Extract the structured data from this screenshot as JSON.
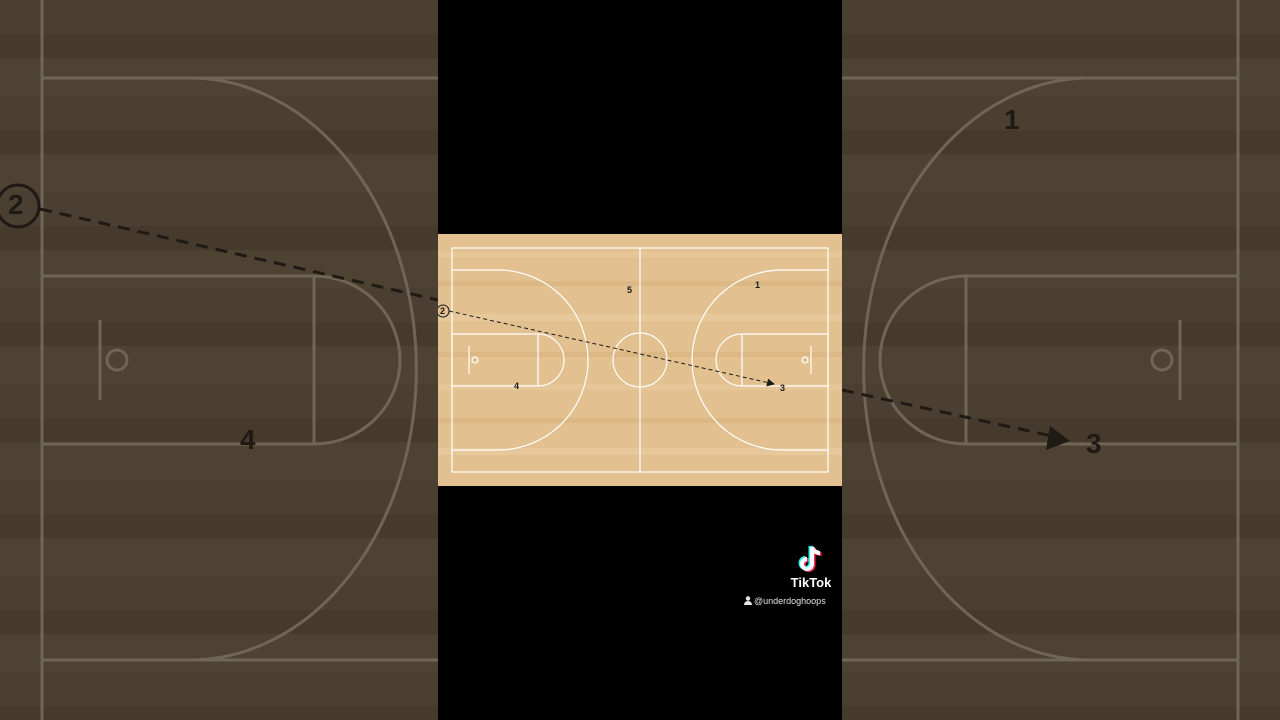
{
  "court": {
    "players": [
      {
        "id": "p1",
        "label": "1"
      },
      {
        "id": "p2",
        "label": "2"
      },
      {
        "id": "p3",
        "label": "3"
      },
      {
        "id": "p4",
        "label": "4"
      },
      {
        "id": "p5",
        "label": "5"
      }
    ],
    "pass": {
      "from": "2",
      "to": "3",
      "style": "dashed"
    }
  },
  "side_zoom": {
    "left_labels": {
      "player_2": "2",
      "player_4": "4"
    },
    "right_labels": {
      "player_1": "1",
      "player_3": "3"
    }
  },
  "watermark": {
    "brand": "TikTok",
    "username": "@underdoghoops",
    "icon": "tiktok-logo-icon",
    "user_icon": "person-icon"
  },
  "colors": {
    "court_wood": "#e2c08f",
    "court_lines": "#ffffff",
    "side_background": "#4a3e30",
    "letterbox": "#000000"
  }
}
